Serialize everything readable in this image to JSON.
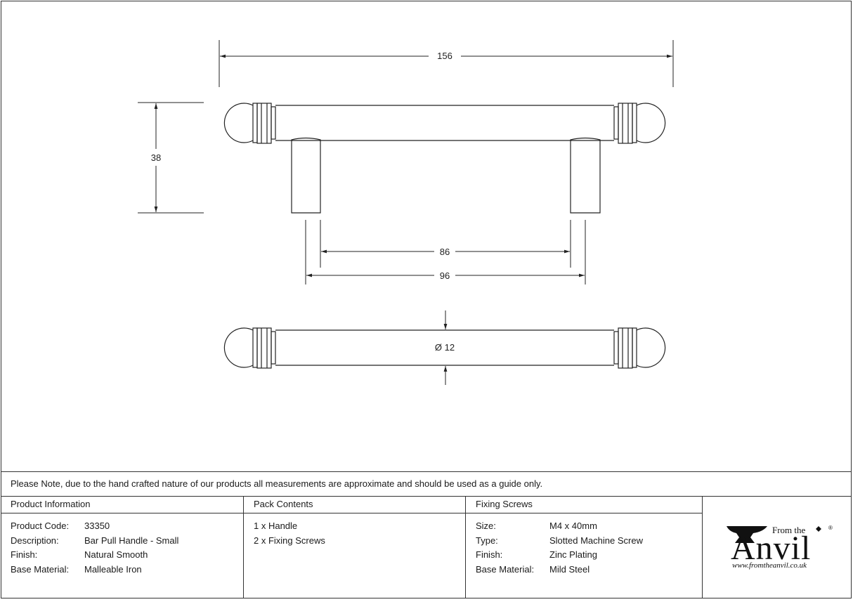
{
  "dimensions": {
    "overall_length": "156",
    "height": "38",
    "inner_gap": "86",
    "centres": "96",
    "diameter": "Ø 12"
  },
  "note": "Please Note, due to the hand crafted nature of our products all measurements are approximate and should be used as a guide only.",
  "product_info": {
    "heading": "Product Information",
    "rows": [
      {
        "key": "Product Code:",
        "value": "33350"
      },
      {
        "key": "Description:",
        "value": "Bar Pull Handle - Small"
      },
      {
        "key": "Finish:",
        "value": "Natural Smooth"
      },
      {
        "key": "Base Material:",
        "value": "Malleable Iron"
      }
    ]
  },
  "pack_contents": {
    "heading": "Pack Contents",
    "items": [
      "1 x Handle",
      "2 x Fixing Screws"
    ]
  },
  "fixing_screws": {
    "heading": "Fixing Screws",
    "rows": [
      {
        "key": "Size:",
        "value": "M4 x 40mm"
      },
      {
        "key": "Type:",
        "value": "Slotted Machine Screw"
      },
      {
        "key": "Finish:",
        "value": "Zinc Plating"
      },
      {
        "key": "Base Material:",
        "value": "Mild Steel"
      }
    ]
  },
  "logo": {
    "from_the": "From the",
    "brand": "Anvil",
    "registered": "®",
    "url": "www.fromtheanvil.co.uk"
  }
}
